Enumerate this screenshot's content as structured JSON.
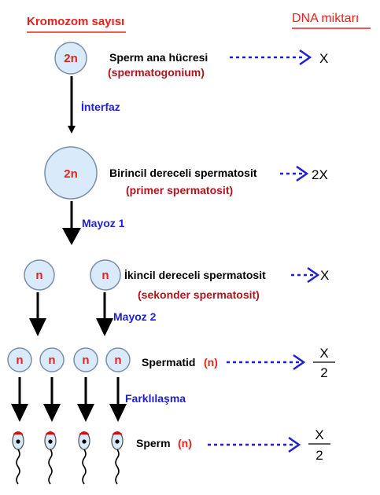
{
  "headers": {
    "chromosome": "Kromozom sayısı",
    "dna": "DNA miktarı"
  },
  "stages": [
    {
      "name": "Sperm ana hücresi",
      "latin": "(spermatogonium)",
      "ploidy": "2n",
      "dna": "X"
    },
    {
      "name": "Birincil dereceli spermatosit",
      "latin": "(primer spermatosit)",
      "ploidy": "2n",
      "dna": "2X"
    },
    {
      "name": "İkincil dereceli spermatosit",
      "latin": "(sekonder spermatosit)",
      "ploidy": "n",
      "dna": "X"
    },
    {
      "name": "Spermatid",
      "ploidy_note": "(n)",
      "ploidy": "n",
      "dna_num": "X",
      "dna_den": "2"
    },
    {
      "name": "Sperm",
      "ploidy_note": "(n)",
      "dna_num": "X",
      "dna_den": "2"
    }
  ],
  "steps": [
    "İnterfaz",
    "Mayoz 1",
    "Mayoz 2",
    "Farklılaşma"
  ],
  "colors": {
    "cell_fill": "#d9ebfb",
    "cell_stroke": "#7a8ea8",
    "ploidy_text": "#e8211f",
    "step_text": "#1f1fd6",
    "dashed_arrow": "#1f1fd6",
    "sub_label": "#b0141c"
  }
}
